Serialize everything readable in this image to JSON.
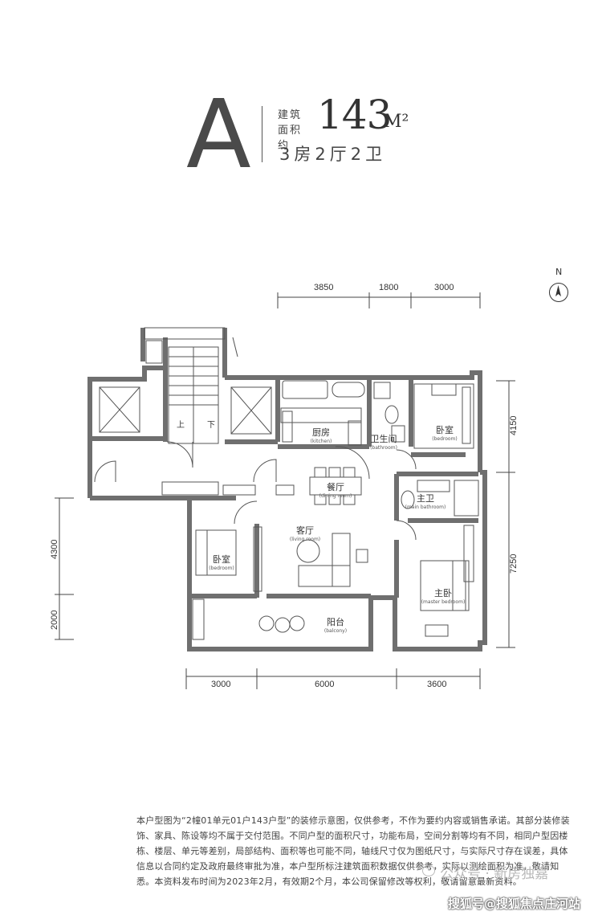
{
  "header": {
    "unit_letter": "A",
    "area_label_line1": "建筑",
    "area_label_line2": "面积约",
    "area_value": "143",
    "area_unit": "M²",
    "layout": "3房2厅2卫"
  },
  "compass": {
    "label": "N"
  },
  "dimensions": {
    "top": [
      "3850",
      "1800",
      "3000"
    ],
    "bottom": [
      "3000",
      "6000",
      "3600"
    ],
    "left": [
      "4300",
      "2000"
    ],
    "right": [
      "4150",
      "7250"
    ]
  },
  "rooms": {
    "stair_up": "上",
    "stair_down": "下",
    "kitchen_cn": "厨房",
    "kitchen_en": "(kitchen)",
    "bathroom_cn": "卫生间",
    "bathroom_en": "(bathroom)",
    "bedroom1_cn": "卧室",
    "bedroom1_en": "(bedroom)",
    "dining_cn": "餐厅",
    "dining_en": "(dining room)",
    "master_bath_cn": "主卫",
    "master_bath_en": "(main bathroom)",
    "living_cn": "客厅",
    "living_en": "(living room)",
    "bedroom2_cn": "卧室",
    "bedroom2_en": "(bedroom)",
    "master_bed_cn": "主卧",
    "master_bed_en": "(master bedroom)",
    "balcony_cn": "阳台",
    "balcony_en": "(balcony)"
  },
  "footer": {
    "disclaimer": "本户型图为“2幢01单元01户143户型”的装修示意图，仅供参考，不作为要约内容或销售承诺。其部分装修装饰、家具、陈设等均不属于交付范围。不同户型的面积尺寸，功能布局，空间分割等均有不同，相同户型因楼栋、楼层、单元等差别，局部结构、面积等也可能不同，轴线尺寸仅为图纸尺寸，与实际尺寸存在误差，具体信息以合同约定及政府最终审批为准，本户型所标注建筑面积数据仅供参考，实际以测绘面积为准，敬请知悉。本资料发布时间为2023年2月，有效期2个月，本公司保留修改等权利，敬请留意最新资料。"
  },
  "watermarks": {
    "wechat": "公众号 · 新房独嘉",
    "sohu": "搜狐号@搜狐焦点庄河站"
  },
  "colors": {
    "wall": "#6f6f6f",
    "line": "#444444",
    "text": "#333333"
  }
}
